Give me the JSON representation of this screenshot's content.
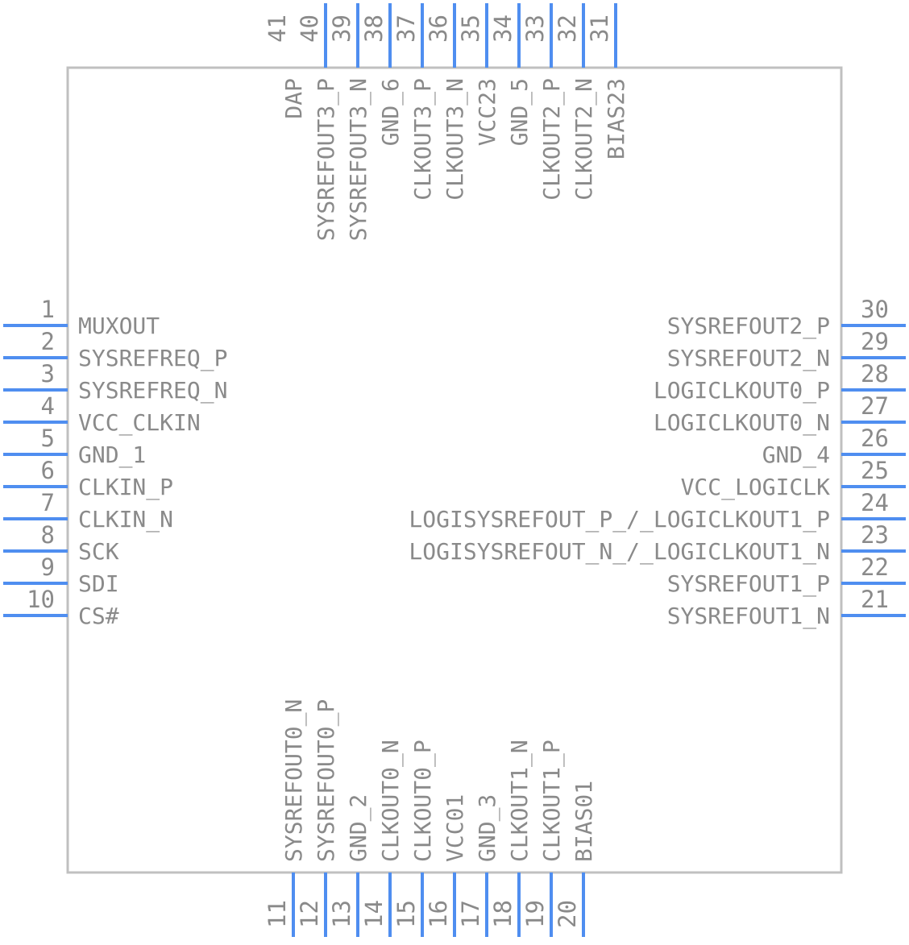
{
  "colors": {
    "pin": "#4f8ef0",
    "body_outline": "#c0c0c0",
    "text": "#8a8a8a"
  },
  "pins": {
    "left": [
      {
        "num": "1",
        "name": "MUXOUT"
      },
      {
        "num": "2",
        "name": "SYSREFREQ_P"
      },
      {
        "num": "3",
        "name": "SYSREFREQ_N"
      },
      {
        "num": "4",
        "name": "VCC_CLKIN"
      },
      {
        "num": "5",
        "name": "GND_1"
      },
      {
        "num": "6",
        "name": "CLKIN_P"
      },
      {
        "num": "7",
        "name": "CLKIN_N"
      },
      {
        "num": "8",
        "name": "SCK"
      },
      {
        "num": "9",
        "name": "SDI"
      },
      {
        "num": "10",
        "name": "CS#"
      }
    ],
    "right": [
      {
        "num": "30",
        "name": "SYSREFOUT2_P"
      },
      {
        "num": "29",
        "name": "SYSREFOUT2_N"
      },
      {
        "num": "28",
        "name": "LOGICLKOUT0_P"
      },
      {
        "num": "27",
        "name": "LOGICLKOUT0_N"
      },
      {
        "num": "26",
        "name": "GND_4"
      },
      {
        "num": "25",
        "name": "VCC_LOGICLK"
      },
      {
        "num": "24",
        "name": "LOGISYSREFOUT_P_/_LOGICLKOUT1_P"
      },
      {
        "num": "23",
        "name": "LOGISYSREFOUT_N_/_LOGICLKOUT1_N"
      },
      {
        "num": "22",
        "name": "SYSREFOUT1_P"
      },
      {
        "num": "21",
        "name": "SYSREFOUT1_N"
      }
    ],
    "top": [
      {
        "num": "41",
        "name": "DAP"
      },
      {
        "num": "40",
        "name": "SYSREFOUT3_P"
      },
      {
        "num": "39",
        "name": "SYSREFOUT3_N"
      },
      {
        "num": "38",
        "name": "GND_6"
      },
      {
        "num": "37",
        "name": "CLKOUT3_P"
      },
      {
        "num": "36",
        "name": "CLKOUT3_N"
      },
      {
        "num": "35",
        "name": "VCC23"
      },
      {
        "num": "34",
        "name": "GND_5"
      },
      {
        "num": "33",
        "name": "CLKOUT2_P"
      },
      {
        "num": "32",
        "name": "CLKOUT2_N"
      },
      {
        "num": "31",
        "name": "BIAS23"
      }
    ],
    "bottom": [
      {
        "num": "11",
        "name": "SYSREFOUT0_N"
      },
      {
        "num": "12",
        "name": "SYSREFOUT0_P"
      },
      {
        "num": "13",
        "name": "GND_2"
      },
      {
        "num": "14",
        "name": "CLKOUT0_N"
      },
      {
        "num": "15",
        "name": "CLKOUT0_P"
      },
      {
        "num": "16",
        "name": "VCC01"
      },
      {
        "num": "17",
        "name": "GND_3"
      },
      {
        "num": "18",
        "name": "CLKOUT1_N"
      },
      {
        "num": "19",
        "name": "CLKOUT1_P"
      },
      {
        "num": "20",
        "name": "BIAS01"
      }
    ]
  }
}
